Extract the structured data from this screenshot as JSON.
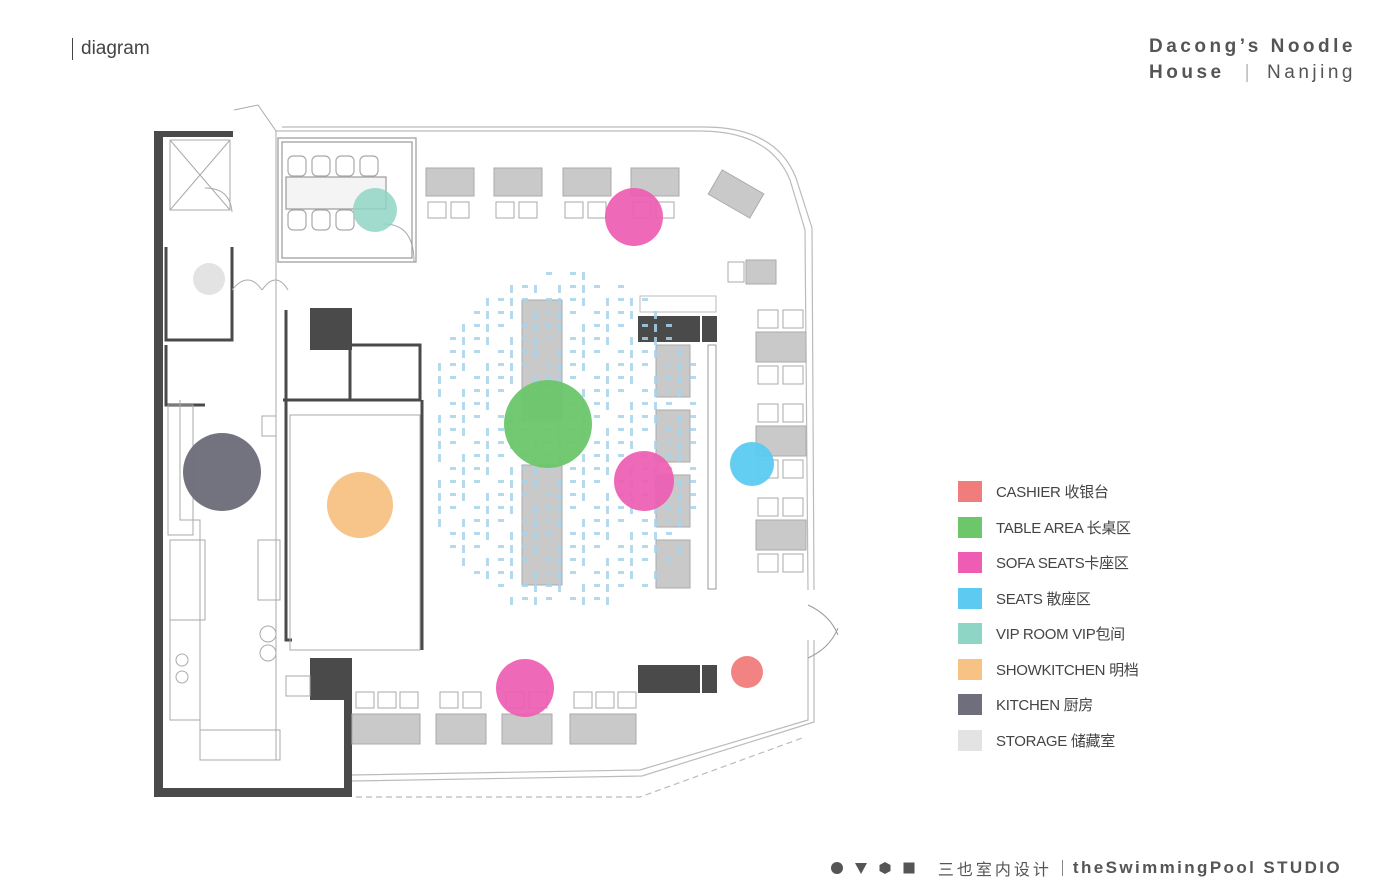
{
  "header": {
    "section_tag": "diagram",
    "project_line1": "Dacong’s Noodle",
    "project_house": "House",
    "project_separator": "|",
    "project_city": "Nanjing"
  },
  "legend": [
    {
      "label": "CASHIER 收银台",
      "color": "#f07c7c"
    },
    {
      "label": "TABLE AREA 长桌区",
      "color": "#6cc66a"
    },
    {
      "label": "SOFA SEATS卡座区",
      "color": "#ee5cb3"
    },
    {
      "label": "SEATS 散座区",
      "color": "#5ccaf1"
    },
    {
      "label": "VIP ROOM VIP包间",
      "color": "#8fd5c6"
    },
    {
      "label": "SHOWKITCHEN 明档",
      "color": "#f7c283"
    },
    {
      "label": "KITCHEN 厨房",
      "color": "#6e6e7c"
    },
    {
      "label": "STORAGE 储藏室",
      "color": "#e3e3e3"
    }
  ],
  "footer": {
    "studio_cn": "三也室内设计",
    "separator": "|",
    "studio_en": "theSwimmingPool STUDIO",
    "shape_icons": [
      "circle-icon",
      "triangle-icon",
      "hexagon-icon",
      "square-icon"
    ],
    "shape_color": "#555555"
  }
}
